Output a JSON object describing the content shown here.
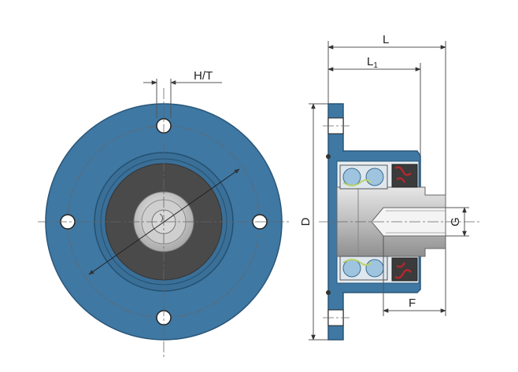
{
  "labels": {
    "ht": "H/T",
    "l": "L",
    "l1": "L",
    "l1_sub": "1",
    "d": "D",
    "g": "G",
    "f": "F"
  },
  "colors": {
    "flange_blue": "#3f78a3",
    "flange_edge": "#2a5678",
    "hub_dark": "#4a4a4a",
    "shaft_grey": "#c8c8c8",
    "seal_red": "#b3282d",
    "ball_blue": "#9ec4e0",
    "cage_green": "#b9d36a"
  }
}
